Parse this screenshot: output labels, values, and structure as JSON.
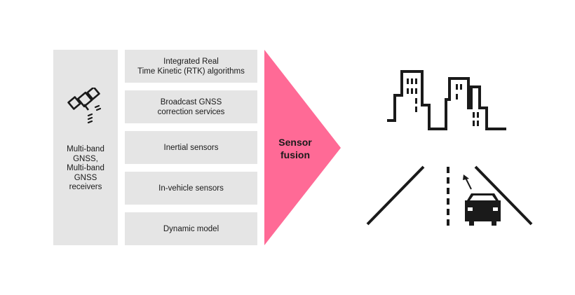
{
  "receiver": {
    "label": "Multi-band\nGNSS,\nMulti-band\nGNSS\nreceivers",
    "icon": "satellite-icon"
  },
  "sources": [
    "Integrated Real\nTime Kinetic (RTK) algorithms",
    "Broadcast GNSS\ncorrection services",
    "Inertial sensors",
    "In-vehicle sensors",
    "Dynamic model"
  ],
  "fusion": {
    "label": "Sensor\nfusion",
    "color": "#ff6a96"
  },
  "outputs": {
    "city_icon": "city-skyline-icon",
    "road_icon": "road-car-icon"
  },
  "colors": {
    "panel": "#e5e5e5",
    "ink": "#1a1a1a"
  }
}
